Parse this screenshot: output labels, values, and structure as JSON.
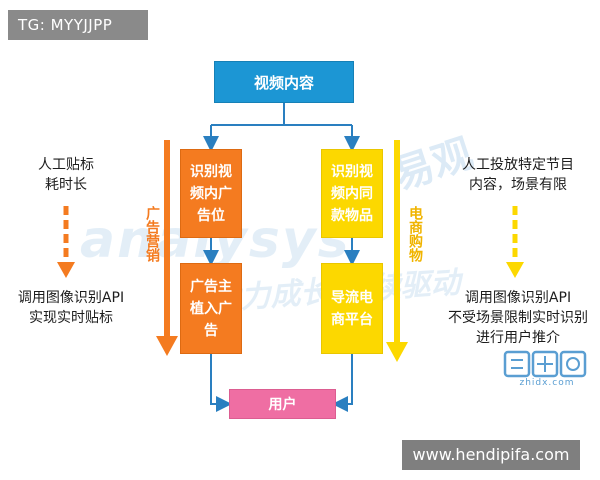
{
  "tag": "TG: MYYJJPP",
  "watermarks": {
    "cn_top": "易观",
    "en": "analysys",
    "cn_slogan": "助力成长 持续驱动",
    "brand_sub": "zhidx.com"
  },
  "boxes": {
    "video_content": "视频内容",
    "identify_ad_slot": "识别视频内广告位",
    "advertiser_implant": "广告主植入广告",
    "identify_same_item": "识别视频内同款物品",
    "ecommerce_platform": "导流电商平台",
    "user": "用户"
  },
  "side_labels": {
    "advertising": "广告营销",
    "ecommerce": "电商购物"
  },
  "left_notes": {
    "top": [
      "人工贴标",
      "耗时长"
    ],
    "bottom": [
      "调用图像识别API",
      "实现实时贴标"
    ]
  },
  "right_notes": {
    "top": [
      "人工投放特定节目",
      "内容，场景有限"
    ],
    "bottom": [
      "调用图像识别API",
      "不受场景限制实时识别",
      "进行用户推介"
    ]
  },
  "source_url": "www.hendipifa.com",
  "colors": {
    "blue": "#1c96d4",
    "orange": "#f47b20",
    "yellow": "#fcd800",
    "pink": "#ef6ea3",
    "connector": "#2a7fc0"
  }
}
